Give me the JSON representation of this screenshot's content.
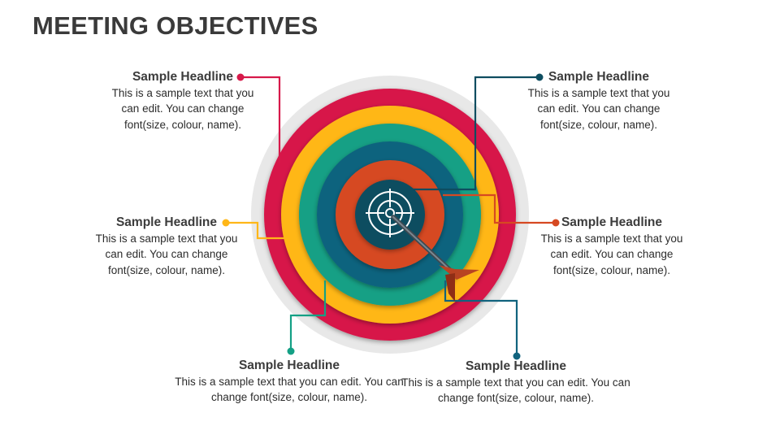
{
  "title": "MEETING OBJECTIVES",
  "colors": {
    "ring_outer": "#E8E8E8",
    "ring_red": "#D7194A",
    "ring_yellow": "#FFB718",
    "ring_green": "#14A085",
    "ring_blue": "#11637E",
    "ring_orange": "#D64922",
    "ring_center": "#0E4D60",
    "arrow": "#A8381E",
    "text": "#333333"
  },
  "callouts": [
    {
      "id": "top-left",
      "headline": "Sample Headline",
      "text": "This is a sample text that you can edit. You can change font(size, colour, name).",
      "color": "#D7194A"
    },
    {
      "id": "top-right",
      "headline": "Sample Headline",
      "text": "This is a sample text that you can edit. You can change font(size, colour, name).",
      "color": "#0E4D60"
    },
    {
      "id": "mid-left",
      "headline": "Sample Headline",
      "text": "This is a sample text that you can edit. You can change font(size, colour, name).",
      "color": "#FFB718"
    },
    {
      "id": "mid-right",
      "headline": "Sample Headline",
      "text": "This is a sample text that you can edit. You can change font(size, colour, name).",
      "color": "#D64922"
    },
    {
      "id": "bottom-left",
      "headline": "Sample Headline",
      "text": "This is a sample text that you can edit. You can change font(size, colour, name).",
      "color": "#14A085"
    },
    {
      "id": "bottom-right",
      "headline": "Sample Headline",
      "text": "This is a sample text that you can edit. You can change font(size, colour, name).",
      "color": "#11637E"
    }
  ],
  "icons": {
    "center": "crosshair-icon",
    "pointer": "arrow-icon"
  }
}
